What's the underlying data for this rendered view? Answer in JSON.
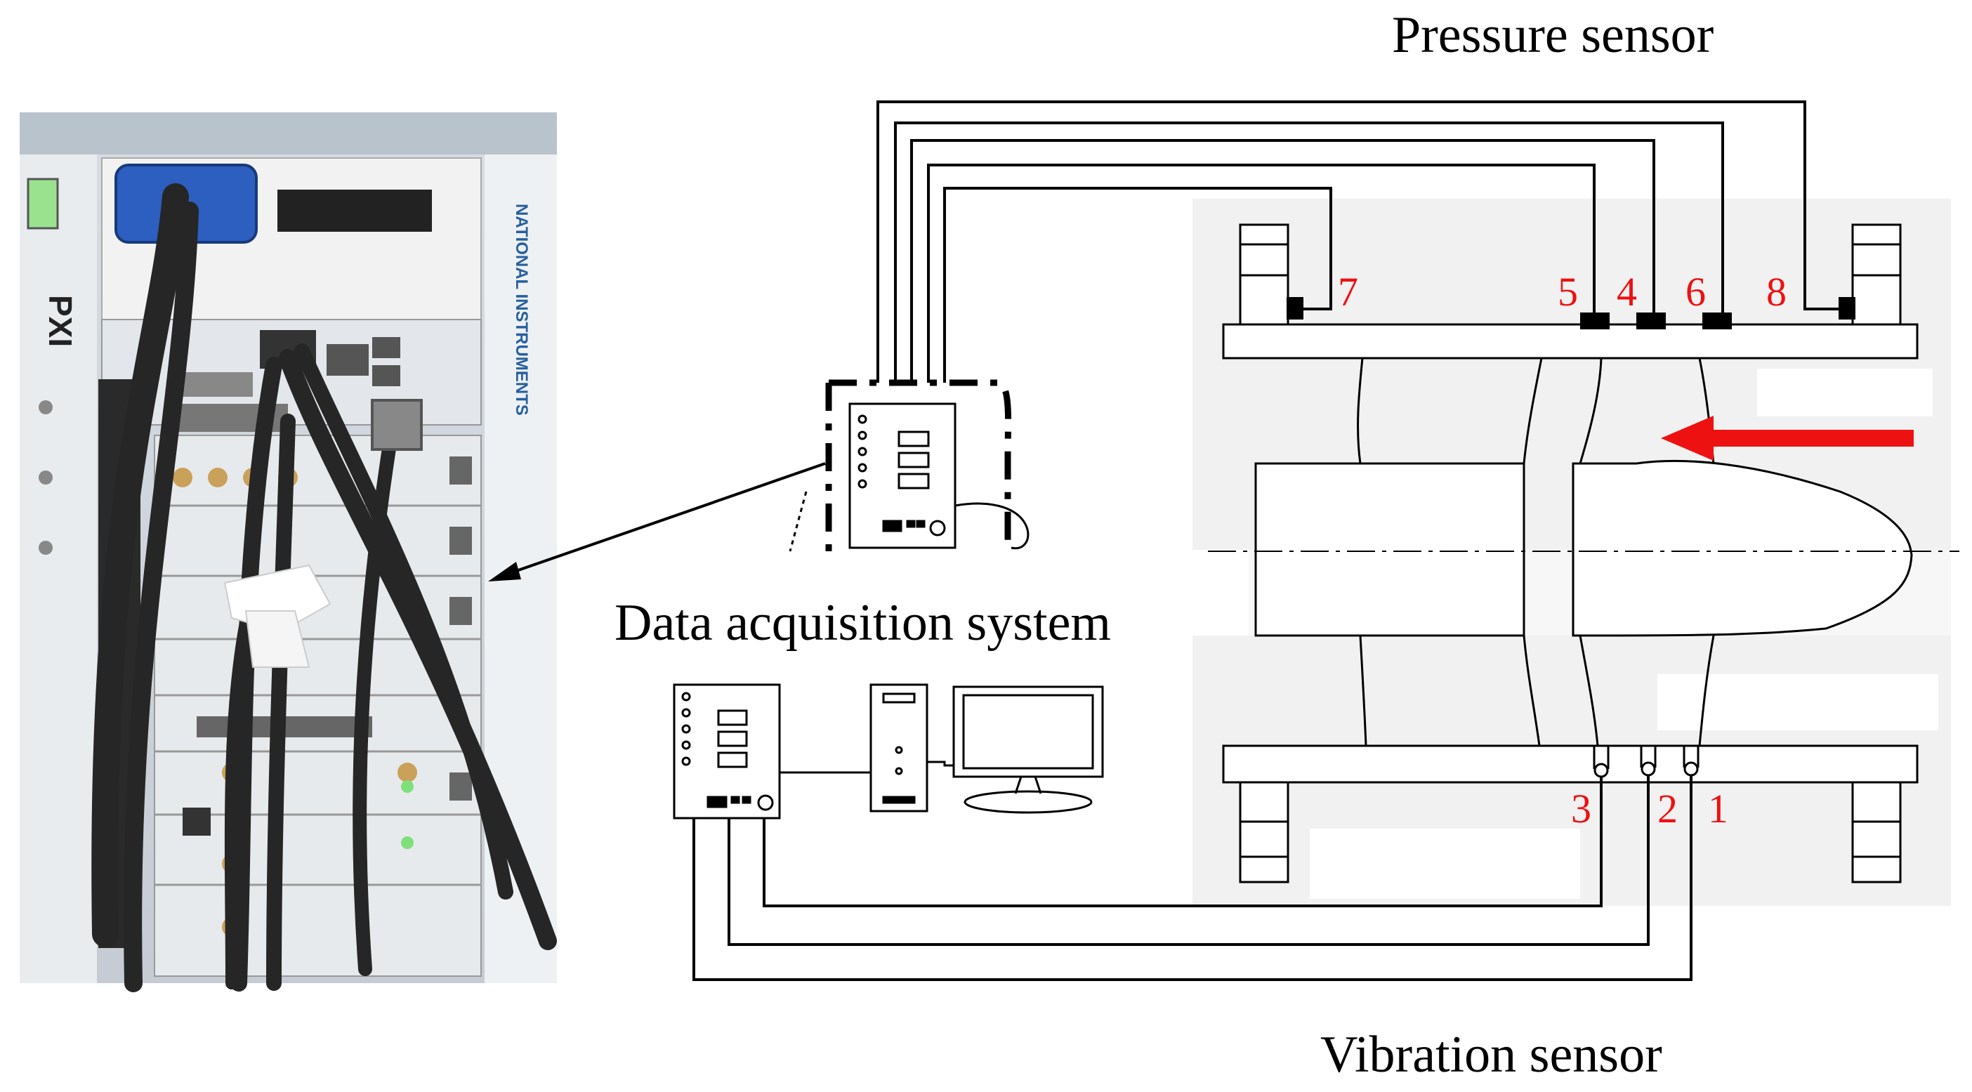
{
  "labels": {
    "pressure_sensor": "Pressure sensor",
    "vibration_sensor": "Vibration sensor",
    "data_acquisition": "Data acquisition system"
  },
  "pressure_sensor_numbers": [
    "7",
    "5",
    "4",
    "6",
    "8"
  ],
  "vibration_sensor_numbers": [
    "3",
    "2",
    "1"
  ],
  "photo": {
    "brand_text": "NATIONAL INSTRUMENTS",
    "chassis_text": "PXI"
  },
  "colors": {
    "sensor_number": "#ee1111",
    "flow_arrow": "#ee1111",
    "line": "#000000"
  },
  "icons": [
    "pxi-chassis-photo",
    "daq-device-icon",
    "computer-tower-icon",
    "monitor-icon",
    "flow-direction-arrow"
  ]
}
